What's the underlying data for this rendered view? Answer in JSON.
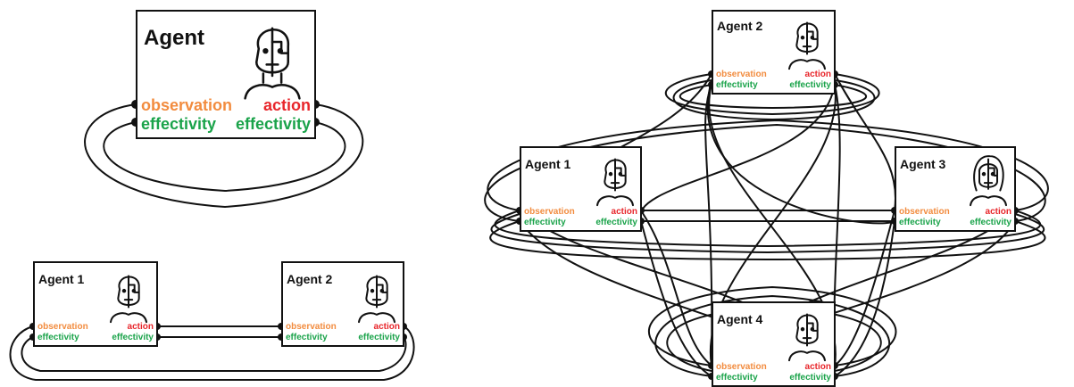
{
  "colors": {
    "observation": "#f28c3f",
    "action": "#e8262b",
    "effectivity": "#1aa34a",
    "line": "#111111"
  },
  "icons": {
    "avatar": "half-human-half-robot-face-icon"
  },
  "single": {
    "agent": {
      "title": "Agent",
      "observation": "observation",
      "effectivity_in": "effectivity",
      "action": "action",
      "effectivity_out": "effectivity"
    }
  },
  "pair": {
    "agent1": {
      "title": "Agent 1",
      "observation": "observation",
      "effectivity_in": "effectivity",
      "action": "action",
      "effectivity_out": "effectivity"
    },
    "agent2": {
      "title": "Agent 2",
      "observation": "observation",
      "effectivity_in": "effectivity",
      "action": "action",
      "effectivity_out": "effectivity"
    }
  },
  "network": {
    "agent1": {
      "title": "Agent 1",
      "observation": "observation",
      "effectivity_in": "effectivity",
      "action": "action",
      "effectivity_out": "effectivity"
    },
    "agent2": {
      "title": "Agent 2",
      "observation": "observation",
      "effectivity_in": "effectivity",
      "action": "action",
      "effectivity_out": "effectivity"
    },
    "agent3": {
      "title": "Agent 3",
      "observation": "observation",
      "effectivity_in": "effectivity",
      "action": "action",
      "effectivity_out": "effectivity"
    },
    "agent4": {
      "title": "Agent 4",
      "observation": "observation",
      "effectivity_in": "effectivity",
      "action": "action",
      "effectivity_out": "effectivity"
    }
  }
}
